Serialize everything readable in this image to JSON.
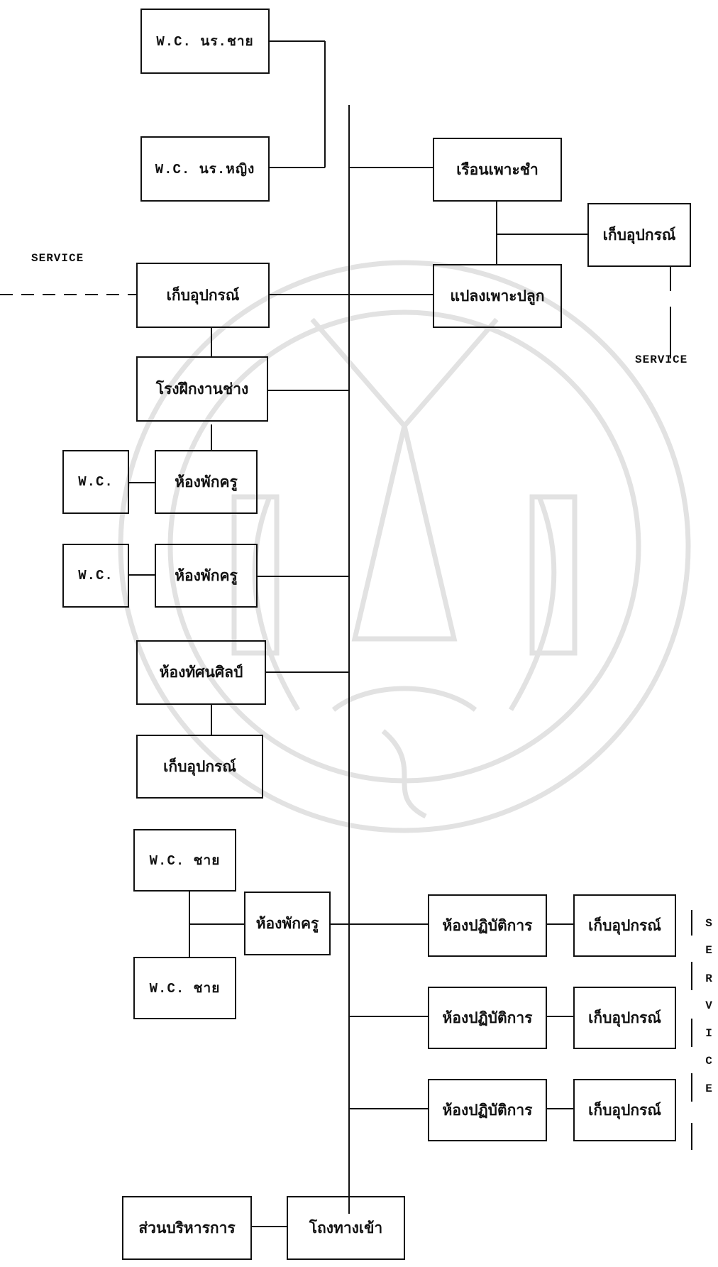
{
  "diagram": {
    "nodes": {
      "wc_m_top": "W.C. นร.ชาย",
      "wc_f_top": "W.C. นร.หญิง",
      "nursery": "เรือนเพาะชำ",
      "store_right": "เก็บอุปกรณ์",
      "store_service": "เก็บอุปกรณ์",
      "plot": "แปลงเพาะปลูก",
      "workshop": "โรงฝึกงานช่าง",
      "wc1": "W.C.",
      "teacher1": "ห้องพักครู",
      "wc2": "W.C.",
      "teacher2": "ห้องพักครู",
      "art": "ห้องทัศนศิลป์",
      "art_store": "เก็บอุปกรณ์",
      "wc_male_a": "W.C. ชาย",
      "wc_male_b": "W.C. ชาย",
      "teacher3": "ห้องพักครู",
      "lab1": "ห้องปฏิบัติการ",
      "lab1_store": "เก็บอุปกรณ์",
      "lab2": "ห้องปฏิบัติการ",
      "lab2_store": "เก็บอุปกรณ์",
      "lab3": "ห้องปฏิบัติการ",
      "lab3_store": "เก็บอุปกรณ์",
      "admin": "ส่วนบริหารการ",
      "entrance": "โถงทางเข้า"
    },
    "labels": {
      "service_left": "SERVICE",
      "service_right": "SERVICE",
      "service_vertical": [
        "S",
        "E",
        "R",
        "V",
        "I",
        "C",
        "E"
      ]
    }
  },
  "colors": {
    "ink": "#111111",
    "watermark": "#e2e2e2",
    "background": "#ffffff"
  }
}
